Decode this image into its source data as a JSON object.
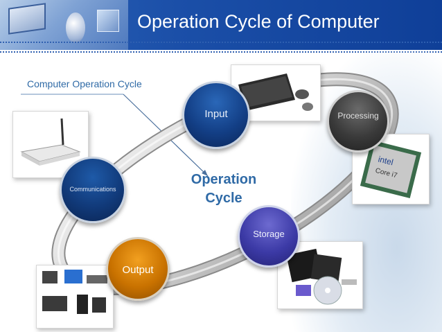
{
  "header": {
    "title": "Operation Cycle of Computer"
  },
  "subtitle": "Computer Operation Cycle",
  "center_label": {
    "line1": "Operation",
    "line2": "Cycle"
  },
  "nodes": {
    "input": "Input",
    "processing": "Processing",
    "communications": "Communications",
    "storage": "Storage",
    "output": "Output"
  },
  "colors": {
    "header": "#1b4fa8",
    "title_text": "#ffffff",
    "accent_text": "#2f6aa6",
    "input": "#133f86",
    "processing": "#3a3a3a",
    "communications": "#113a7a",
    "storage": "#3c3aa6",
    "output": "#c97200"
  }
}
